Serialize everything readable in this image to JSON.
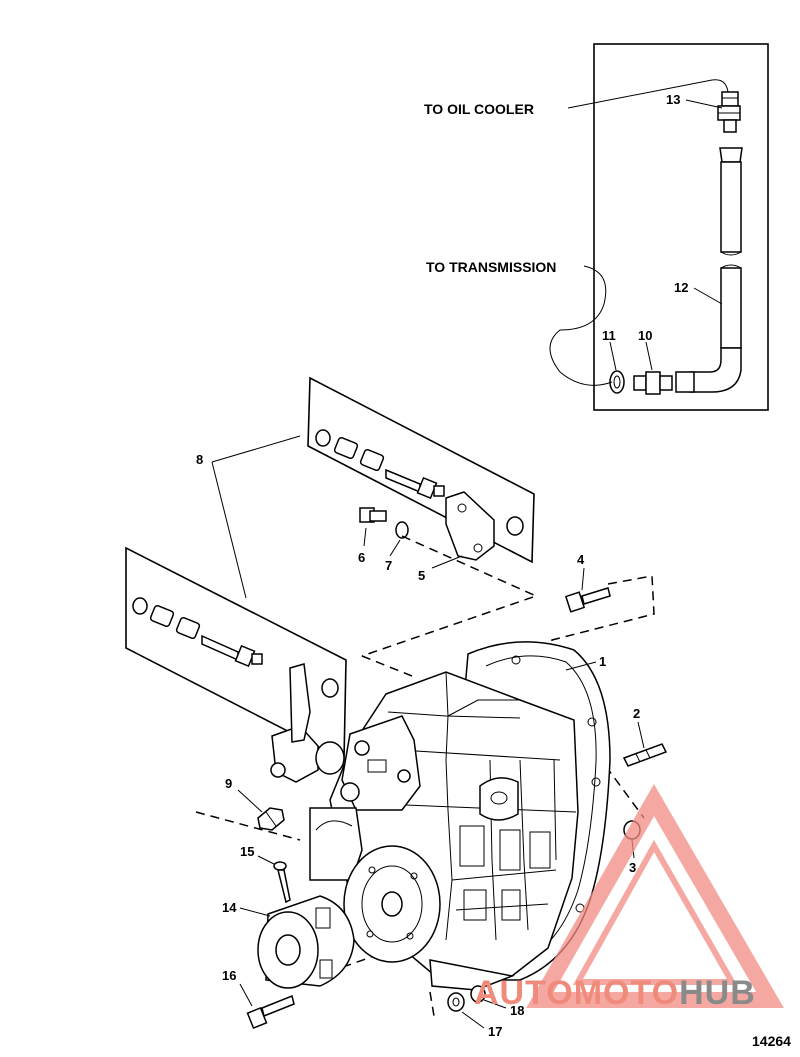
{
  "callouts": {
    "to_oil_cooler": "TO OIL COOLER",
    "to_transmission": "TO TRANSMISSION"
  },
  "part_numbers": {
    "p1": "1",
    "p2": "2",
    "p3": "3",
    "p4": "4",
    "p5": "5",
    "p6": "6",
    "p7": "7",
    "p8": "8",
    "p9": "9",
    "p10": "10",
    "p11": "11",
    "p12": "12",
    "p13": "13",
    "p14": "14",
    "p15": "15",
    "p16": "16",
    "p17": "17",
    "p18": "18"
  },
  "figure_id": "14264",
  "watermark": {
    "word_a": "AUTO",
    "word_b": "MOTO",
    "word_c": "HUB",
    "colors": {
      "accent": "#f08a7a",
      "dark": "#8a8a8a",
      "triangle": "#f28c82"
    }
  }
}
